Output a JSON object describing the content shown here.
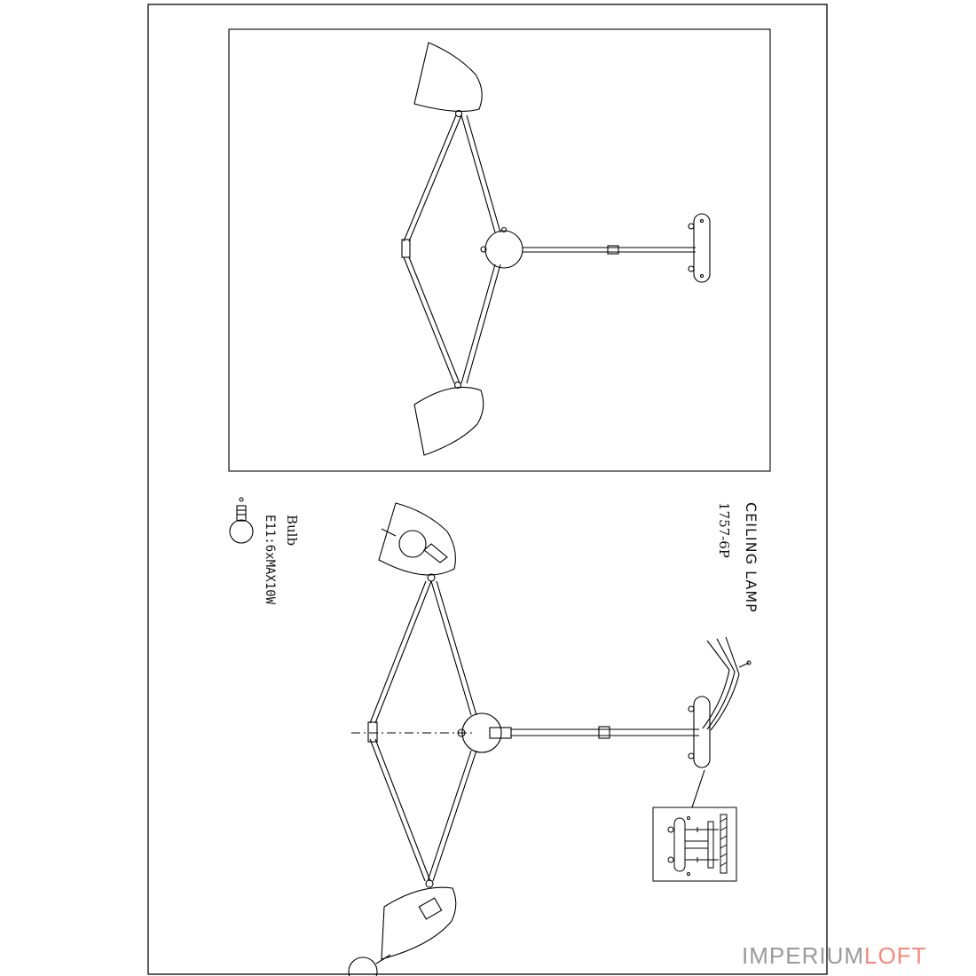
{
  "drawing": {
    "title": "CEILING LAMP",
    "model": "1757-6P",
    "bulb_label": "Bulb",
    "bulb_spec": "E11:6xMAX10W",
    "line_color": "#000000"
  },
  "branding": {
    "watermark_primary": "IMPERIUM",
    "watermark_accent": "LOFT",
    "watermark_color": "#9a9a9a",
    "watermark_accent_color": "#f08a7a"
  }
}
